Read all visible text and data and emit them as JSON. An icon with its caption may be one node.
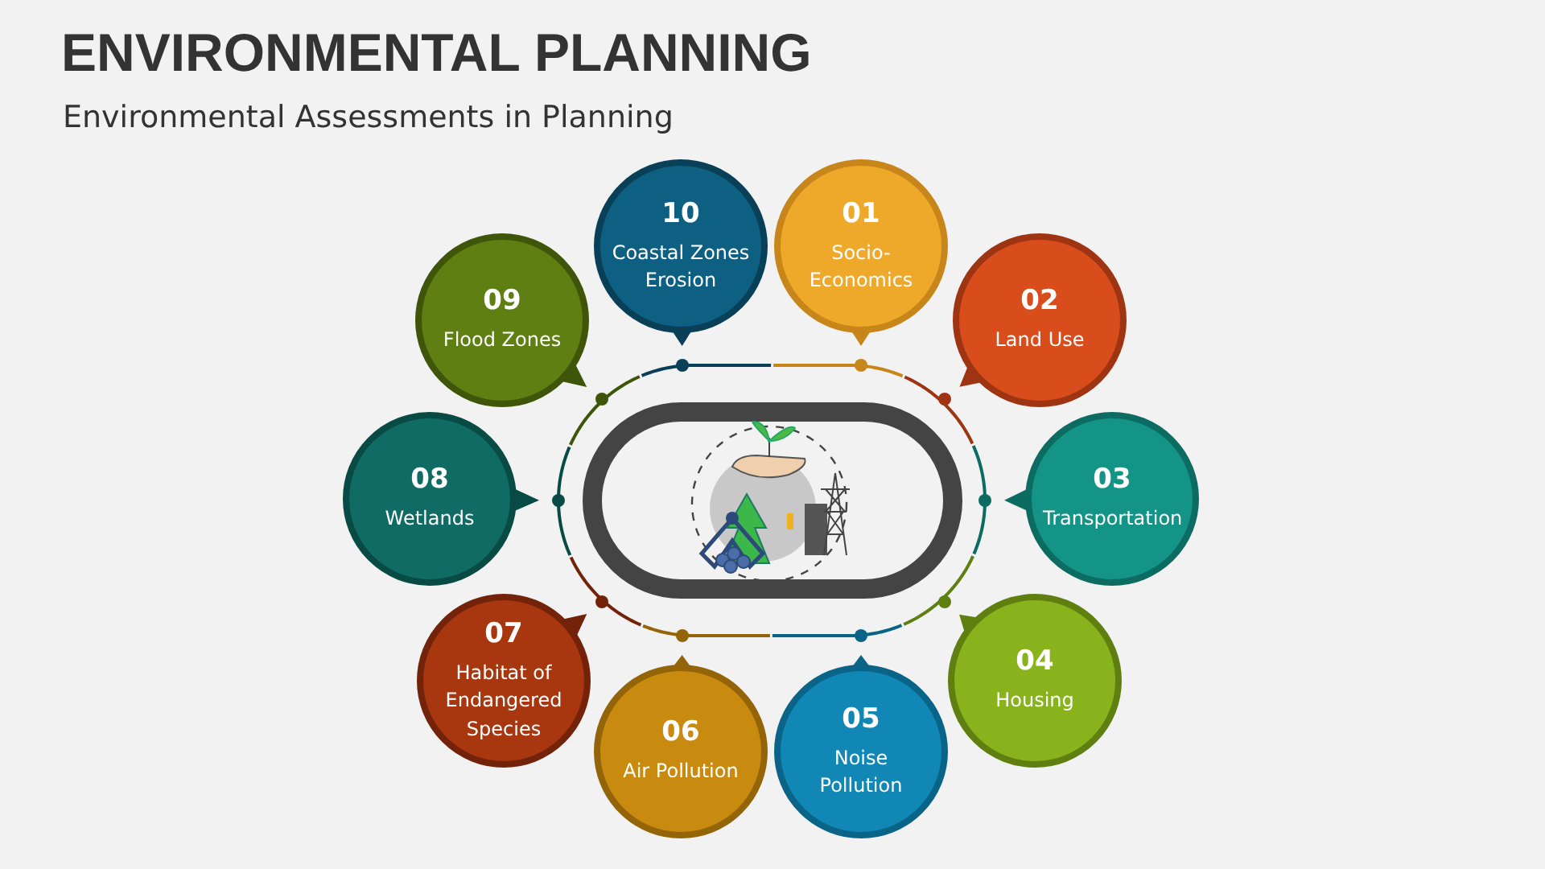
{
  "diagram": {
    "title": "ENVIRONMENTAL PLANNING",
    "caption": "Environmental Assessments in Planning",
    "nodes": [
      {
        "text": [
          "01",
          "Socio-Economics"
        ]
      },
      {
        "text": [
          "02",
          "Land Use"
        ]
      },
      {
        "text": [
          "03",
          "Transportation"
        ]
      },
      {
        "text": [
          "04",
          "Housing"
        ]
      },
      {
        "text": [
          "05",
          "Noise Pollution"
        ]
      },
      {
        "text": [
          "06",
          "Air Pollution"
        ]
      },
      {
        "text": [
          "07",
          "Habitat of Endangered Species"
        ]
      },
      {
        "text": [
          "08",
          "Wetlands"
        ]
      },
      {
        "text": [
          "09",
          "Flood Zones"
        ]
      },
      {
        "text": [
          "10",
          "Coastal Zones Erosion"
        ]
      }
    ]
  }
}
